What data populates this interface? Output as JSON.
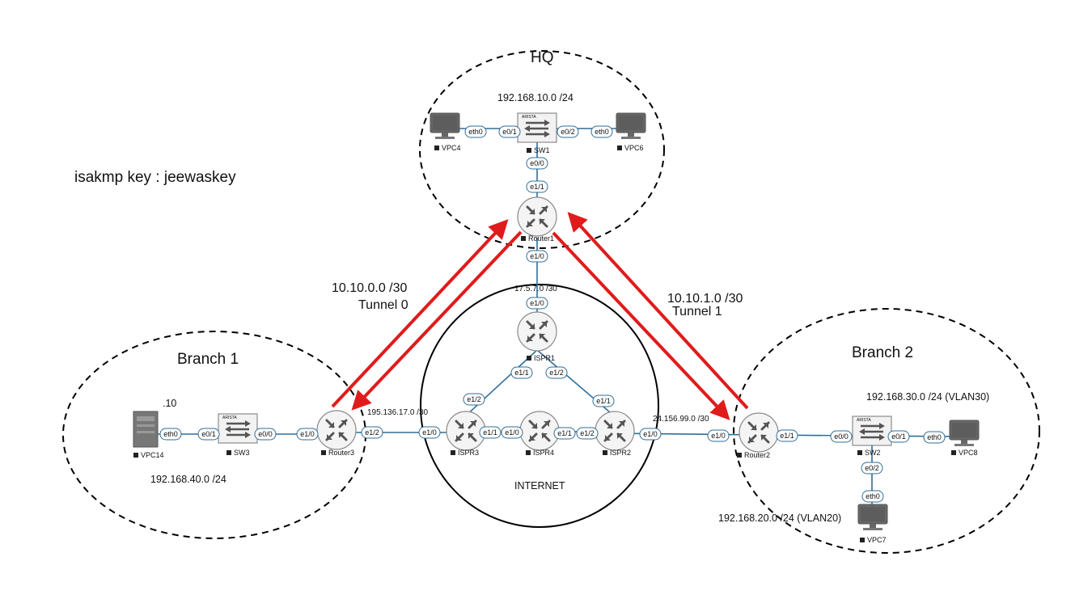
{
  "colors": {
    "tunnel": "#e01b1b",
    "link": "#2f6e99",
    "port_stroke": "#2f6e99",
    "device": "#777777"
  },
  "zones": {
    "hq": "HQ",
    "branch1": "Branch 1",
    "branch2": "Branch 2",
    "internet": "INTERNET"
  },
  "note": "isakmp key : jeewaskey",
  "networks": {
    "hq_lan": "192.168.10.0 /24",
    "tunnel0_net": "10.10.0.0 /30",
    "tunnel0_name": "Tunnel 0",
    "tunnel1_net": "10.10.1.0 /30",
    "tunnel1_name": "Tunnel 1",
    "r1_isp": "17.5.7.0 /30",
    "r3_isp": "195.136.17.0 /30",
    "r2_isp": "24.156.99.0 /30",
    "b1_lan": "192.168.40.0 /24",
    "b1_host": ".10",
    "vlan30": "192.168.30.0 /24 (VLAN30)",
    "vlan20": "192.168.20.0 /24 (VLAN20)"
  },
  "devices": {
    "vpc4": "VPC4",
    "vpc6": "VPC6",
    "sw1": "SW1",
    "router1": "Router1",
    "ispr1": "ISPR1",
    "ispr3": "ISPR3",
    "ispr4": "ISPR4",
    "ispr2": "ISPR2",
    "router3": "Router3",
    "sw3": "SW3",
    "vpc14": "VPC14",
    "router2": "Router2",
    "sw2": "SW2",
    "vpc8": "VPC8",
    "vpc7": "VPC7"
  },
  "switch_brand": "ARISTA",
  "ports": {
    "vpc4_eth0": "eth0",
    "sw1_e01": "e0/1",
    "sw1_e02": "e0/2",
    "vpc6_eth0": "eth0",
    "sw1_e00": "e0/0",
    "r1_e11": "e1/1",
    "r1_e10": "e1/0",
    "ispr1_e10": "e1/0",
    "ispr1_e11": "e1/1",
    "ispr1_e12": "e1/2",
    "ispr3_e12": "e1/2",
    "ispr2_e11": "e1/1",
    "ispr3_e10": "e1/0",
    "ispr3_e11": "e1/1",
    "ispr4_e10": "e1/0",
    "ispr4_e11": "e1/1",
    "ispr2_e12": "e1/2",
    "ispr2_e10": "e1/0",
    "vpc14_eth0": "eth0",
    "sw3_e01": "e0/1",
    "sw3_e00": "e0/0",
    "r3_e10": "e1/0",
    "r3_e12": "e1/2",
    "r2_e10": "e1/0",
    "r2_e11": "e1/1",
    "sw2_e00": "e0/0",
    "sw2_e01": "e0/1",
    "vpc8_eth0": "eth0",
    "sw2_e02": "e0/2",
    "vpc7_eth0": "eth0"
  }
}
